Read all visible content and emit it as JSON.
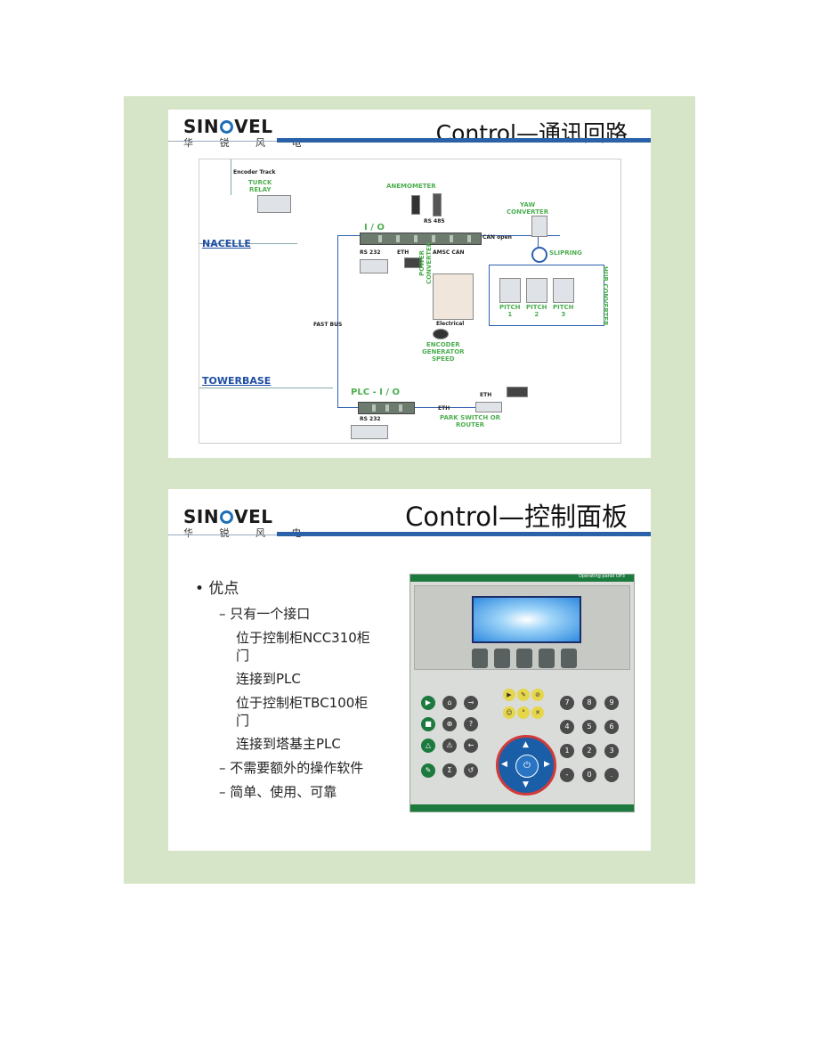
{
  "slide1": {
    "logo": {
      "name": "SINOVEL",
      "name_left": "SIN",
      "name_right": "VEL",
      "subtitle": "华 锐 风 电"
    },
    "title": "Control—通讯回路",
    "diagram": {
      "encoder_track": "Encoder Track",
      "turck_relay": "TURCK\nRELAY",
      "anemometer": "ANEMOMETER",
      "rs485": "RS 485",
      "yaw_converter": "YAW\nCONVERTER",
      "nacelle": "NACELLE",
      "io": "I / O",
      "can_open": "CAN open",
      "rs232": "RS 232",
      "eth": "ETH",
      "amsc_can": "AMSC CAN",
      "slipring": "SLIPRING",
      "power_converter": "POWER\nCONVERTER",
      "electrical": "Electrical",
      "pitch1": "PITCH\n1",
      "pitch2": "PITCH\n2",
      "pitch3": "PITCH\n3",
      "hub_converter": "HUB CONVERTER",
      "fast_bus": "FAST BUS",
      "encoder_speed": "ENCODER\nGENERATOR\nSPEED",
      "towerbase": "TOWERBASE",
      "plc_io": "PLC - I / O",
      "eth_top": "ETH",
      "eth_line": "ETH",
      "rs232_bottom": "RS 232",
      "park_switch": "PARK SWITCH OR\nROUTER"
    }
  },
  "slide2": {
    "logo": {
      "name": "SINOVEL",
      "name_left": "SIN",
      "name_right": "VEL",
      "subtitle": "华 锐 风 电"
    },
    "title": "Control—控制面板",
    "bullets": {
      "main": "• 优点",
      "l1": "– 只有一个接口",
      "l2": "位于控制柜NCC310柜",
      "l3": "门",
      "l4": "连接到PLC",
      "l5": "位于控制柜TBC100柜",
      "l6": "门",
      "l7": "连接到塔基主PLC",
      "l8": "– 不需要额外的操作软件",
      "l9": "– 简单、使用、可靠"
    },
    "panel": {
      "label": "Operating panel OP3",
      "keys": [
        "7",
        "8",
        "9",
        "4",
        "5",
        "6",
        "1",
        "2",
        "3",
        "-",
        "0",
        "."
      ]
    }
  },
  "colors": {
    "frame": "#d6e4c7",
    "rule": "#2a61a8",
    "zone_label": "#1f4ea3",
    "diagram_label": "#4caf50",
    "panel_green": "#1d7a3f"
  }
}
